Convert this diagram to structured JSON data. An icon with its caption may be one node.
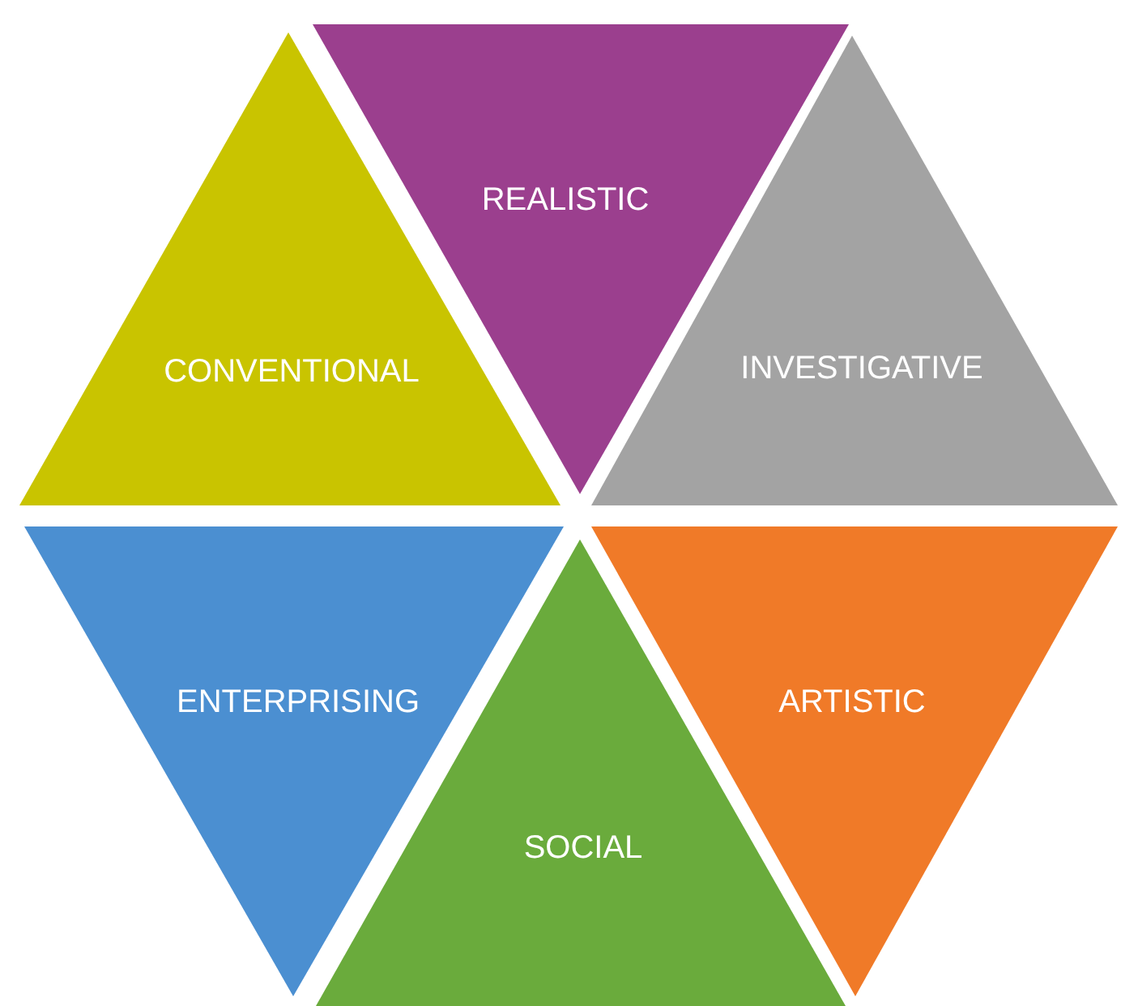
{
  "diagram": {
    "nodes": [
      {
        "text": [
          "CONVENTIONAL"
        ]
      },
      {
        "text": [
          "REALISTIC"
        ]
      },
      {
        "text": [
          "INVESTIGATIVE"
        ]
      },
      {
        "text": [
          "ENTERPRISING"
        ]
      },
      {
        "text": [
          "SOCIAL"
        ]
      },
      {
        "text": [
          "ARTISTIC"
        ]
      }
    ]
  }
}
